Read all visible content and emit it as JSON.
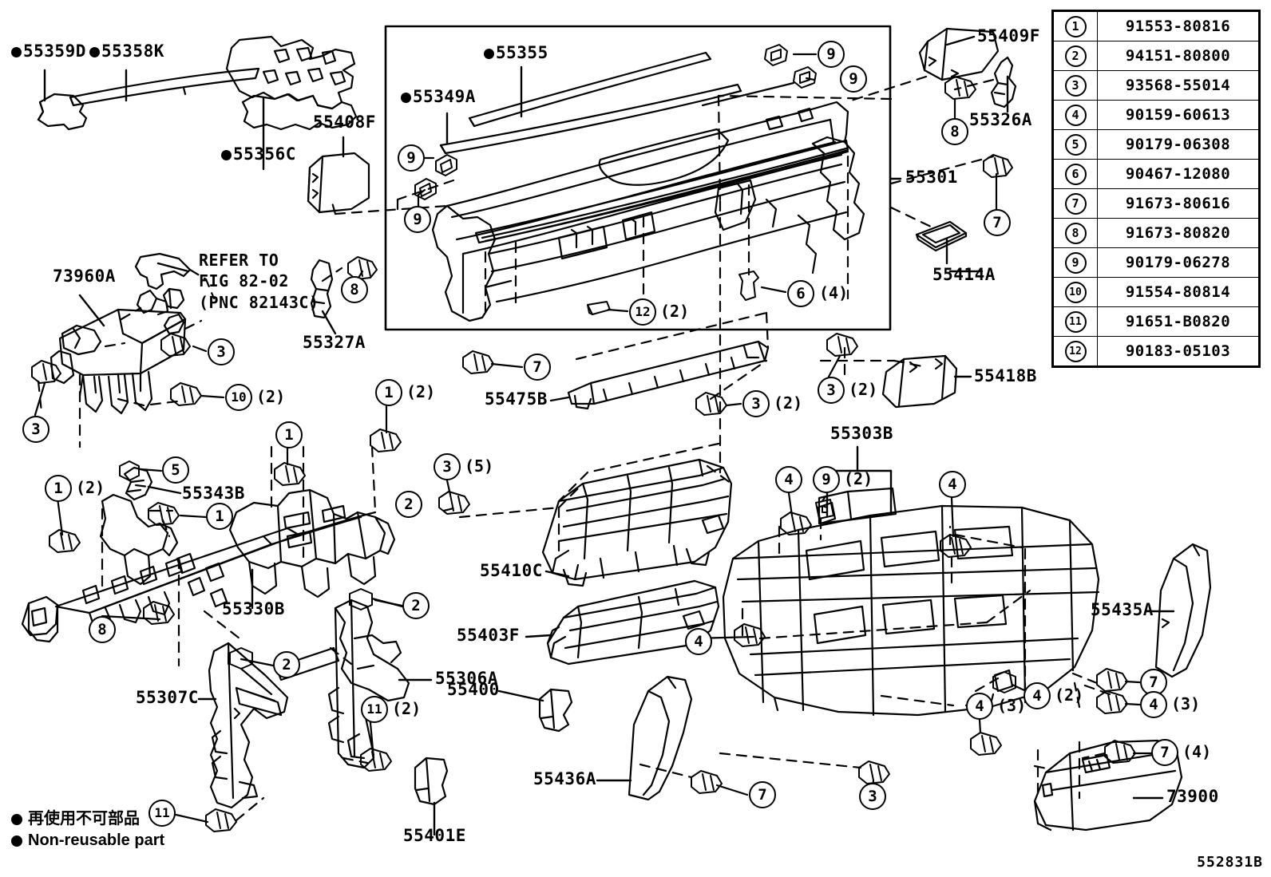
{
  "diagram": {
    "code": "552831B",
    "refer_note": "REFER TO\nFIG 82-02\n(PNC 82143C)"
  },
  "legend": {
    "japanese": "再使用不可部品",
    "english": "Non-reusable part"
  },
  "parts_table": {
    "rows": [
      {
        "index": "1",
        "number": "91553-80816"
      },
      {
        "index": "2",
        "number": "94151-80800"
      },
      {
        "index": "3",
        "number": "93568-55014"
      },
      {
        "index": "4",
        "number": "90159-60613"
      },
      {
        "index": "5",
        "number": "90179-06308"
      },
      {
        "index": "6",
        "number": "90467-12080"
      },
      {
        "index": "7",
        "number": "91673-80616"
      },
      {
        "index": "8",
        "number": "91673-80820"
      },
      {
        "index": "9",
        "number": "90179-06278"
      },
      {
        "index": "10",
        "number": "91554-80814"
      },
      {
        "index": "11",
        "number": "91651-B0820"
      },
      {
        "index": "12",
        "number": "90183-05103"
      }
    ]
  },
  "labels": [
    {
      "id": "l55359D",
      "text": "55359D",
      "dot": true
    },
    {
      "id": "l55358K",
      "text": "55358K",
      "dot": true
    },
    {
      "id": "l55356C",
      "text": "55356C",
      "dot": true
    },
    {
      "id": "l55408F",
      "text": "55408F",
      "dot": false
    },
    {
      "id": "l55355",
      "text": "55355",
      "dot": true
    },
    {
      "id": "l55349A",
      "text": "55349A",
      "dot": true
    },
    {
      "id": "l55409F",
      "text": "55409F",
      "dot": false
    },
    {
      "id": "l55326A",
      "text": "55326A",
      "dot": false
    },
    {
      "id": "l55301",
      "text": "55301",
      "dot": false
    },
    {
      "id": "l55414A",
      "text": "55414A",
      "dot": false
    },
    {
      "id": "l73960A",
      "text": "73960A",
      "dot": false
    },
    {
      "id": "l55327A",
      "text": "55327A",
      "dot": false
    },
    {
      "id": "l55343B",
      "text": "55343B",
      "dot": false
    },
    {
      "id": "l55330B",
      "text": "55330B",
      "dot": false
    },
    {
      "id": "l55475B",
      "text": "55475B",
      "dot": false
    },
    {
      "id": "l55410C",
      "text": "55410C",
      "dot": false
    },
    {
      "id": "l55418B",
      "text": "55418B",
      "dot": false
    },
    {
      "id": "l55303B",
      "text": "55303B",
      "dot": false
    },
    {
      "id": "l55403F",
      "text": "55403F",
      "dot": false
    },
    {
      "id": "l55307C",
      "text": "55307C",
      "dot": false
    },
    {
      "id": "l55306A",
      "text": "55306A",
      "dot": false
    },
    {
      "id": "l55400",
      "text": "55400",
      "dot": false
    },
    {
      "id": "l55436A",
      "text": "55436A",
      "dot": false
    },
    {
      "id": "l55401E",
      "text": "55401E",
      "dot": false
    },
    {
      "id": "l55435A",
      "text": "55435A",
      "dot": false
    },
    {
      "id": "l73900",
      "text": "73900",
      "dot": false
    }
  ],
  "callouts": [
    {
      "id": "c01",
      "num": "9",
      "qty": ""
    },
    {
      "id": "c02",
      "num": "9",
      "qty": ""
    },
    {
      "id": "c03",
      "num": "9",
      "qty": ""
    },
    {
      "id": "c04",
      "num": "9",
      "qty": ""
    },
    {
      "id": "c05",
      "num": "8",
      "qty": ""
    },
    {
      "id": "c06",
      "num": "7",
      "qty": ""
    },
    {
      "id": "c07",
      "num": "6",
      "qty": "(4)"
    },
    {
      "id": "c08",
      "num": "12",
      "qty": "(2)"
    },
    {
      "id": "c09",
      "num": "3",
      "qty": ""
    },
    {
      "id": "c10",
      "num": "10",
      "qty": "(2)"
    },
    {
      "id": "c11",
      "num": "3",
      "qty": ""
    },
    {
      "id": "c12",
      "num": "8",
      "qty": ""
    },
    {
      "id": "c13",
      "num": "7",
      "qty": ""
    },
    {
      "id": "c14",
      "num": "3",
      "qty": "(2)"
    },
    {
      "id": "c15",
      "num": "3",
      "qty": "(2)"
    },
    {
      "id": "c16",
      "num": "1",
      "qty": "(2)"
    },
    {
      "id": "c17",
      "num": "1",
      "qty": ""
    },
    {
      "id": "c18",
      "num": "1",
      "qty": ""
    },
    {
      "id": "c19",
      "num": "5",
      "qty": ""
    },
    {
      "id": "c20",
      "num": "1",
      "qty": "(2)"
    },
    {
      "id": "c21",
      "num": "3",
      "qty": "(5)"
    },
    {
      "id": "c22",
      "num": "4",
      "qty": ""
    },
    {
      "id": "c23",
      "num": "9",
      "qty": "(2)"
    },
    {
      "id": "c24",
      "num": "4",
      "qty": ""
    },
    {
      "id": "c25",
      "num": "8",
      "qty": ""
    },
    {
      "id": "c26",
      "num": "2",
      "qty": ""
    },
    {
      "id": "c27",
      "num": "2",
      "qty": ""
    },
    {
      "id": "c28",
      "num": "4",
      "qty": ""
    },
    {
      "id": "c29",
      "num": "7",
      "qty": ""
    },
    {
      "id": "c30",
      "num": "4",
      "qty": "(2)"
    },
    {
      "id": "c31",
      "num": "4",
      "qty": "(3)"
    },
    {
      "id": "c32",
      "num": "4",
      "qty": "(3)"
    },
    {
      "id": "c33",
      "num": "7",
      "qty": "(4)"
    },
    {
      "id": "c34",
      "num": "11",
      "qty": "(2)"
    },
    {
      "id": "c35",
      "num": "11",
      "qty": ""
    },
    {
      "id": "c36",
      "num": "2",
      "qty": ""
    },
    {
      "id": "c37",
      "num": "7",
      "qty": ""
    },
    {
      "id": "c38",
      "num": "3",
      "qty": ""
    }
  ]
}
